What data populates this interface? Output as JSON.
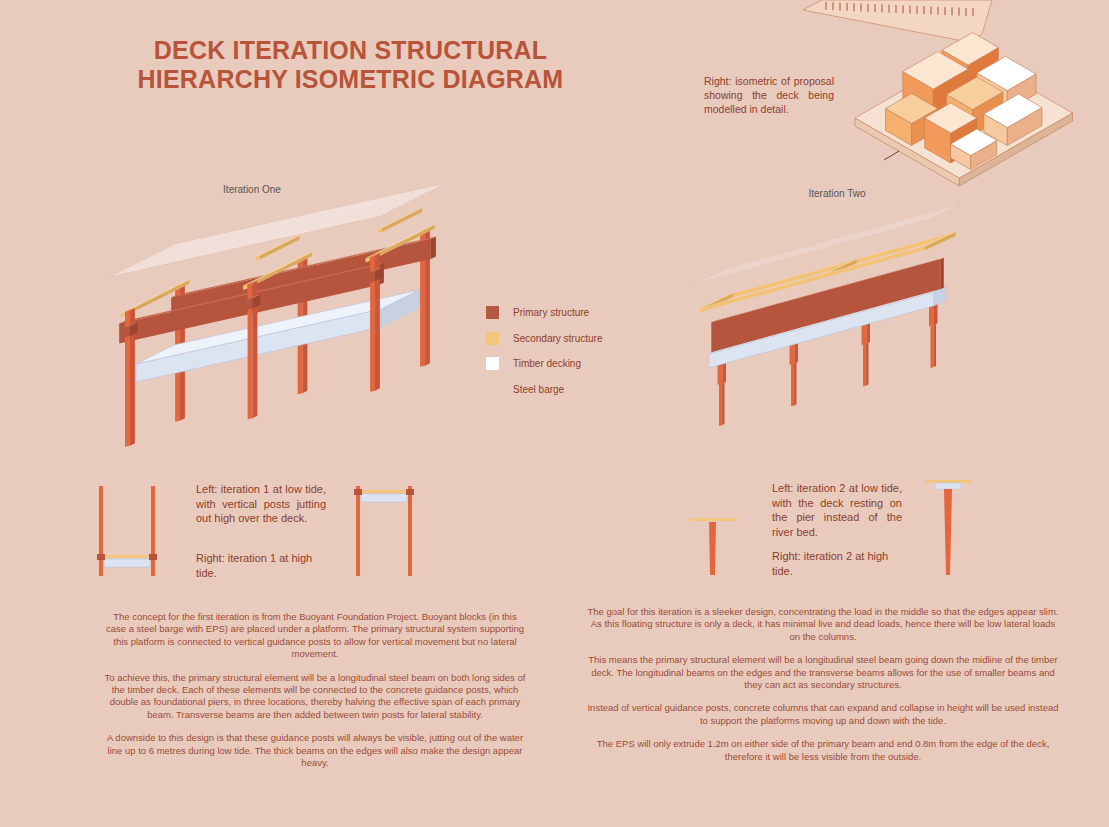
{
  "diagram": {
    "title": "DECK ITERATION STRUCTURAL HIERARCHY ISOMETRIC DIAGRAM",
    "labels": [
      "Right: isometric of proposal showing the deck being modelled in detail.",
      "Iteration One",
      "Iteration Two",
      "Left: iteration 1 at low tide, with vertical posts jutting out high over the deck.",
      "Right: iteration 1 at high tide.",
      "Left: iteration 2 at low tide, with the deck resting on the pier instead of the river bed.",
      "Right: iteration 2 at high tide.",
      "The concept for the first iteration is from the Buoyant Foundation Project. Buoyant blocks (in this case a steel barge with EPS) are placed under a platform. The primary structural system supporting this platform is connected to vertical guidance posts to allow for vertical movement but no lateral movement.",
      "To achieve this, the primary structural element will be a longitudinal steel beam on both long sides of the timber deck. Each of these elements will be connected to the concrete guidance posts, which double as foundational piers, in three locations, thereby halving the effective span of each primary beam. Transverse beams are then added between twin posts for lateral stability.",
      "A downside to this design is that these guidance posts will always be visible, jutting out of the water line up to 6 metres during low tide. The thick beams on the edges will also make the design appear heavy.",
      "The goal for this iteration is a sleeker design, concentrating the load in the middle so that the edges appear slim. As this floating structure is only a deck, it has minimal live and dead loads, hence there will be low lateral loads on the columns.",
      "This means the primary structural element will be a longitudinal steel beam going down the midline of the timber deck. The longitudinal beams on the edges and the transverse beams allows for the use of smaller beams and they can act as secondary structures.",
      "Instead of vertical guidance posts, concrete columns that can expand and collapse in height will be used instead to support the platforms moving up and down with the tide.",
      "The EPS will only extrude 1.2m on either side of the primary beam and end 0.8m from the edge of the deck, therefore it will be less visible from the outside."
    ],
    "legend": [
      {
        "text": "Primary structure",
        "color": "#b65a43"
      },
      {
        "text": "Secondary structure",
        "color": "#f2c77d"
      },
      {
        "text": "Timber decking",
        "color": "#ffffff"
      },
      {
        "text": "Steel barge"
      }
    ]
  }
}
